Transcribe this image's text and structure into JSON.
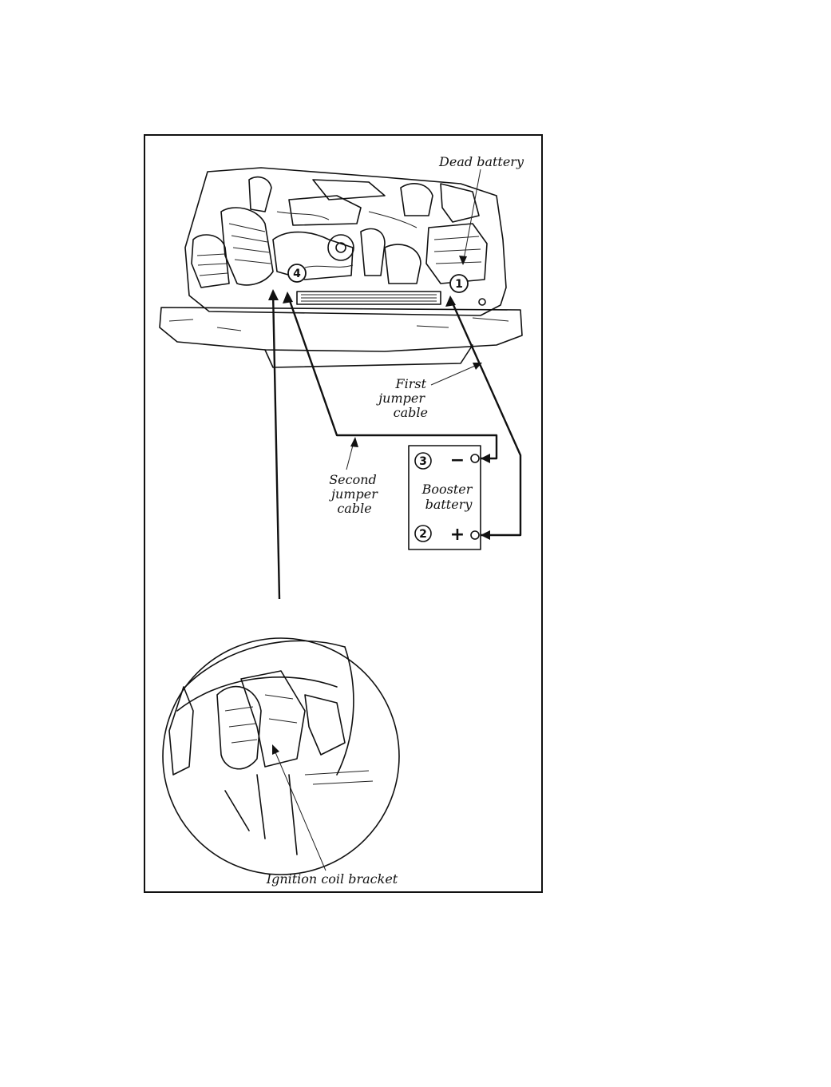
{
  "labels": {
    "dead_battery": "Dead battery",
    "first_cable": [
      "First",
      "jumper",
      "cable"
    ],
    "second_cable": [
      "Second",
      "jumper",
      "cable"
    ],
    "booster_battery": [
      "Booster",
      "battery"
    ],
    "ignition_coil_bracket": "Ignition coil bracket"
  },
  "steps": {
    "one": "1",
    "two": "2",
    "three": "3",
    "four": "4"
  },
  "terminals": {
    "negative": "−",
    "positive": "+"
  }
}
